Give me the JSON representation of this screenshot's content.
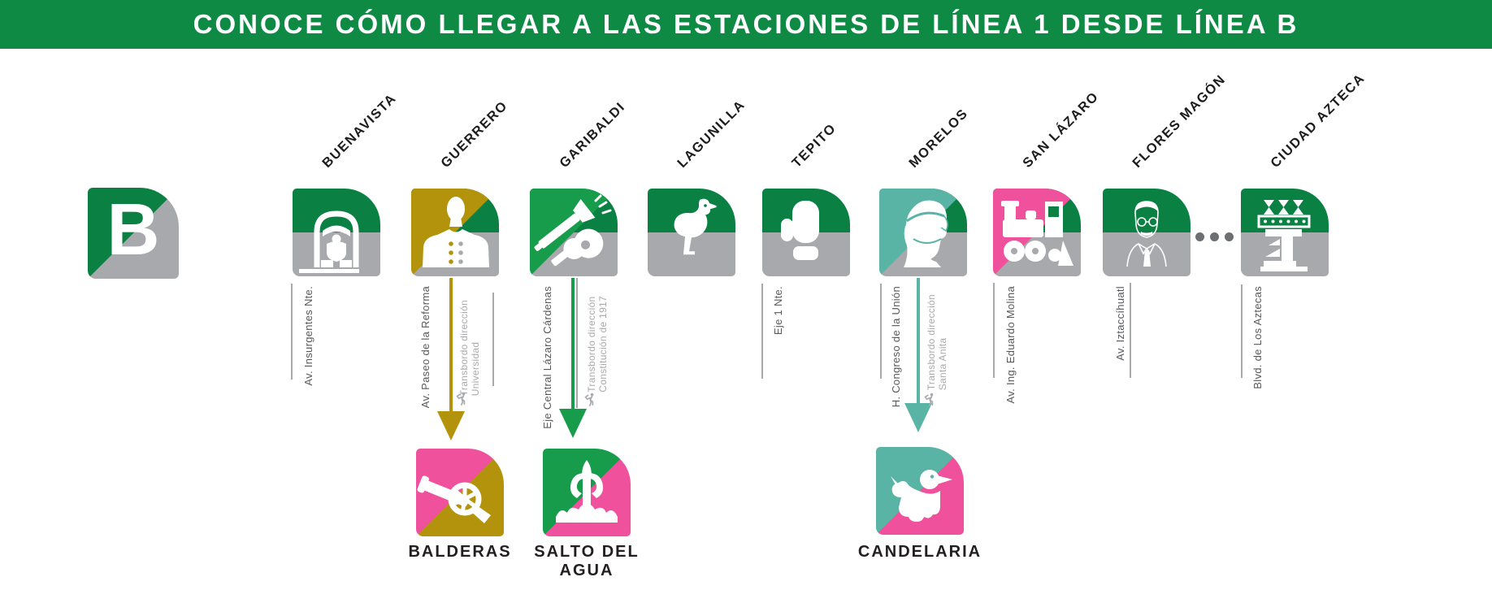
{
  "banner": {
    "title": "CONOCE CÓMO LLEGAR A LAS ESTACIONES DE LÍNEA 1 DESDE LÍNEA B"
  },
  "line_b_logo": {
    "letter": "B"
  },
  "colors": {
    "banner_green": "#0E8A45",
    "line_b_green": "#0A8043",
    "line_gray": "#A7A9AC",
    "line1_pink": "#F0519C",
    "line3_olive": "#B3930B",
    "line4_teal": "#5AB4A6",
    "line8_green": "#169C4B",
    "street_text": "#58595B",
    "transfer_text": "#A8AAAD",
    "label_black": "#231F20",
    "ellipsis_gray": "#6D6E71"
  },
  "stations": [
    {
      "name": "BUENAVISTA",
      "icon": "commuter-train-icon",
      "street": "Av. Insurgentes Nte."
    },
    {
      "name": "GUERRERO",
      "icon": "guerrero-bust-icon",
      "street": "Av. Paseo de la Reforma",
      "transfer": {
        "label": "Transbordo dirección",
        "direction": "Universidad",
        "to": "BALDERAS",
        "arrow_color": "#B3930B"
      }
    },
    {
      "name": "GARIBALDI",
      "icon": "mariachi-guitar-trumpet-icon",
      "street": "Eje Central Lázaro Cárdenas",
      "transfer": {
        "label": "Transbordo dirección",
        "direction": "Constitución de 1917",
        "to": "SALTO DEL AGUA",
        "arrow_color": "#169C4B"
      }
    },
    {
      "name": "LAGUNILLA",
      "icon": "goose-icon"
    },
    {
      "name": "TEPITO",
      "icon": "boxing-glove-icon",
      "street": "Eje 1 Nte."
    },
    {
      "name": "MORELOS",
      "icon": "morelos-head-icon",
      "street": "H. Congreso de la Unión",
      "transfer": {
        "label": "Transbordo dirección",
        "direction": "Santa Anita",
        "to": "CANDELARIA",
        "arrow_color": "#5AB4A6"
      }
    },
    {
      "name": "SAN LÁZARO",
      "icon": "steam-locomotive-icon",
      "street": "Av. Ing. Eduardo Molina"
    },
    {
      "name": "FLORES MAGÓN",
      "icon": "flores-magon-portrait-icon",
      "street": "Av. Iztaccíhuatl"
    },
    {
      "name": "CIUDAD AZTECA",
      "icon": "aztec-temple-icon",
      "street": "Blvd. de Los Aztecas"
    }
  ],
  "destinations": [
    {
      "line1": "BALDERAS",
      "line2": "",
      "icon": "cannon-icon",
      "color_top": "#F0519C",
      "color_bottom": "#B3930B"
    },
    {
      "line1": "SALTO DEL",
      "line2": "AGUA",
      "icon": "fountain-icon",
      "color_top": "#169C4B",
      "color_bottom": "#F0519C"
    },
    {
      "line1": "CANDELARIA",
      "line2": "",
      "icon": "duck-icon",
      "color_top": "#5AB4A6",
      "color_bottom": "#F0519C"
    }
  ]
}
